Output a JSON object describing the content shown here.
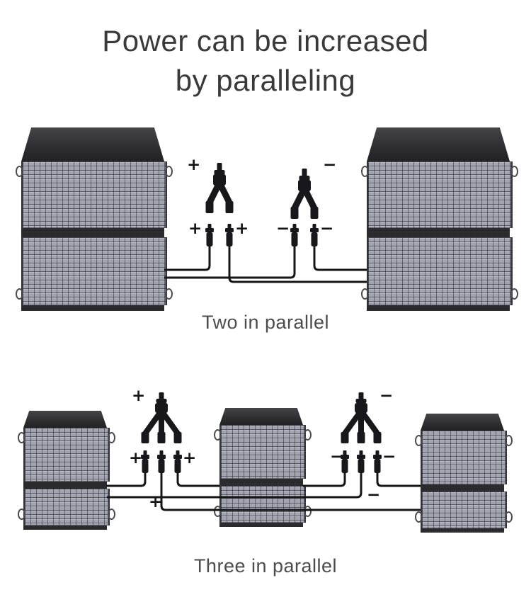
{
  "title": {
    "line1": "Power can be increased",
    "line2": "by paralleling"
  },
  "signs": {
    "plus": "+",
    "minus": "−"
  },
  "sections": [
    {
      "id": "two-in-parallel",
      "caption": "Two in parallel",
      "panel_count": 2,
      "connector_icons": [
        "y-branch-connector-plus",
        "y-branch-connector-minus",
        "mc4-lead-connector"
      ]
    },
    {
      "id": "three-in-parallel",
      "caption": "Three in parallel",
      "panel_count": 3,
      "connector_icons": [
        "three-way-branch-connector-plus",
        "three-way-branch-connector-minus",
        "mc4-lead-connector"
      ]
    }
  ],
  "colors": {
    "background": "#ffffff",
    "title_text": "#3a3a3a",
    "caption_text": "#4c4c4c",
    "panel_frame": "#2b2b2d",
    "cell_fill": "#a2a4b0",
    "cell_grid": "#3c3d46",
    "wire": "#161616",
    "sign_text": "#141414"
  }
}
